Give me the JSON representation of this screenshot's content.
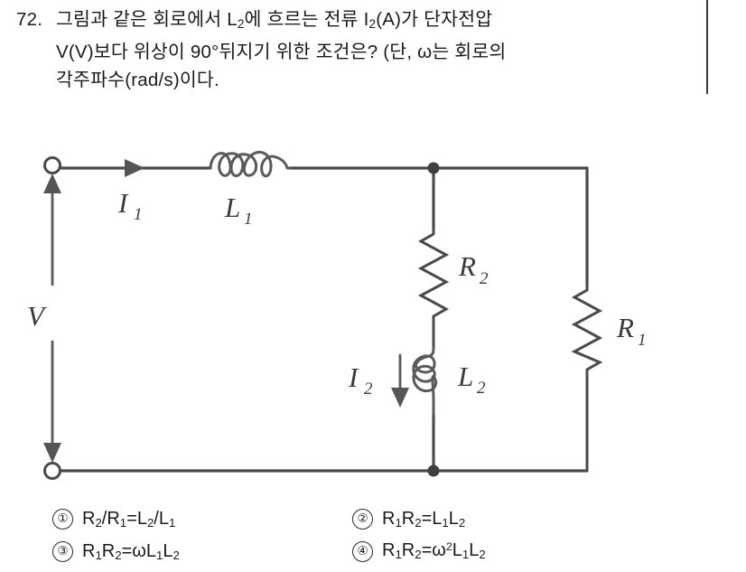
{
  "question": {
    "number": "72.",
    "lines": [
      "그림과 같은 회로에서 L₂에 흐르는 전류 I₂(A)가 단자전압",
      "V(V)보다 위상이 90°뒤지기 위한 조건은? (단, ω는 회로의",
      "각주파수(rad/s)이다.)"
    ],
    "line1_html": "그림과 같은 회로에서 L<sub>2</sub>에 흐르는 전류 I<sub>2</sub>(A)가 단자전압",
    "line2_html": "V(V)보다 위상이 90°뒤지기 위한 조건은? (단, ω는 회로의",
    "line3_html": "각주파수(rad/s)이다."
  },
  "circuit": {
    "description": "AC source V across a series inductor L1 feeding a node; from the node a series R2-L2 branch and a parallel R1 branch return to the bottom rail.",
    "labels": {
      "source_voltage": "V",
      "current_1": "I",
      "current_1_sub": "1",
      "current_2": "I",
      "current_2_sub": "2",
      "inductor_1": "L",
      "inductor_1_sub": "1",
      "inductor_2": "L",
      "inductor_2_sub": "2",
      "resistor_1": "R",
      "resistor_1_sub": "1",
      "resistor_2": "R",
      "resistor_2_sub": "2"
    },
    "colors": {
      "wire": "#4a4a4a",
      "node": "#3f3f3f",
      "label": "#3a3a3a",
      "background": "#ffffff"
    }
  },
  "choices": [
    {
      "number": "①",
      "text_html": "R<sub>2</sub>/R<sub>1</sub>=L<sub>2</sub>/L<sub>1</sub>",
      "text": "R2/R1=L2/L1"
    },
    {
      "number": "②",
      "text_html": "R<sub>1</sub>R<sub>2</sub>=L<sub>1</sub>L<sub>2</sub>",
      "text": "R1R2=L1L2"
    },
    {
      "number": "③",
      "text_html": "R<sub>1</sub>R<sub>2</sub>=ωL<sub>1</sub>L<sub>2</sub>",
      "text": "R1R2=ωL1L2"
    },
    {
      "number": "④",
      "text_html": "R<sub>1</sub>R<sub>2</sub>=ω<sup>2</sup>L<sub>1</sub>L<sub>2</sub>",
      "text": "R1R2=ω²L1L2"
    }
  ]
}
